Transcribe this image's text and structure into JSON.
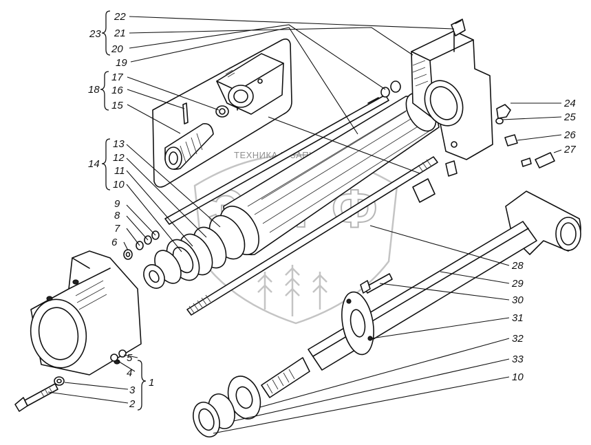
{
  "watermark": {
    "text": "ТЕХНИКА И ЗАПЧАСТИ",
    "letters": [
      "Э",
      "П",
      "Ф"
    ]
  },
  "labels": [
    {
      "id": "22",
      "text": "22"
    },
    {
      "id": "21",
      "text": "21"
    },
    {
      "id": "20",
      "text": "20"
    },
    {
      "id": "19",
      "text": "19"
    },
    {
      "id": "23",
      "text": "23"
    },
    {
      "id": "17",
      "text": "17"
    },
    {
      "id": "16",
      "text": "16"
    },
    {
      "id": "15",
      "text": "15"
    },
    {
      "id": "18",
      "text": "18"
    },
    {
      "id": "13",
      "text": "13"
    },
    {
      "id": "12",
      "text": "12"
    },
    {
      "id": "11",
      "text": "11"
    },
    {
      "id": "10a",
      "text": "10"
    },
    {
      "id": "14",
      "text": "14"
    },
    {
      "id": "9",
      "text": "9"
    },
    {
      "id": "8",
      "text": "8"
    },
    {
      "id": "7",
      "text": "7"
    },
    {
      "id": "6",
      "text": "6"
    },
    {
      "id": "24",
      "text": "24"
    },
    {
      "id": "25",
      "text": "25"
    },
    {
      "id": "26",
      "text": "26"
    },
    {
      "id": "27",
      "text": "27"
    },
    {
      "id": "28",
      "text": "28"
    },
    {
      "id": "29",
      "text": "29"
    },
    {
      "id": "30",
      "text": "30"
    },
    {
      "id": "31",
      "text": "31"
    },
    {
      "id": "32",
      "text": "32"
    },
    {
      "id": "33",
      "text": "33"
    },
    {
      "id": "10b",
      "text": "10"
    },
    {
      "id": "5",
      "text": "5"
    },
    {
      "id": "4",
      "text": "4"
    },
    {
      "id": "3",
      "text": "3"
    },
    {
      "id": "2",
      "text": "2"
    },
    {
      "id": "1",
      "text": "1"
    }
  ]
}
